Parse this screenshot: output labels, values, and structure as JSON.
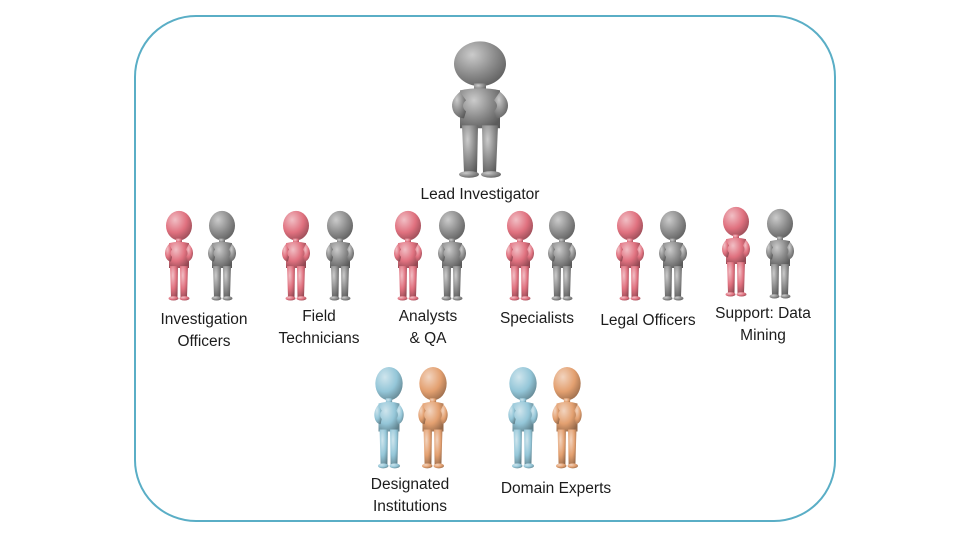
{
  "colors": {
    "frame": "#5aaec6",
    "gray": "#8c8c8c",
    "pink": "#e0717f",
    "blue": "#94c6d8",
    "orange": "#e3a070"
  },
  "leader": {
    "label": "Lead Investigator",
    "figure": "gray"
  },
  "teams": [
    {
      "label": "Investigation\nOfficers",
      "figures": [
        "pink",
        "gray"
      ]
    },
    {
      "label": "Field\nTechnicians",
      "figures": [
        "pink",
        "gray"
      ]
    },
    {
      "label": "Analysts\n& QA",
      "figures": [
        "pink",
        "gray"
      ]
    },
    {
      "label": "Specialists",
      "figures": [
        "pink",
        "gray"
      ]
    },
    {
      "label": "Legal Officers",
      "figures": [
        "pink",
        "gray"
      ]
    },
    {
      "label": "Support: Data\nMining",
      "figures": [
        "pink",
        "gray"
      ]
    }
  ],
  "partners": [
    {
      "label": "Designated\nInstitutions",
      "figures": [
        "blue",
        "orange"
      ]
    },
    {
      "label": "Domain Experts",
      "figures": [
        "blue",
        "orange"
      ]
    }
  ]
}
